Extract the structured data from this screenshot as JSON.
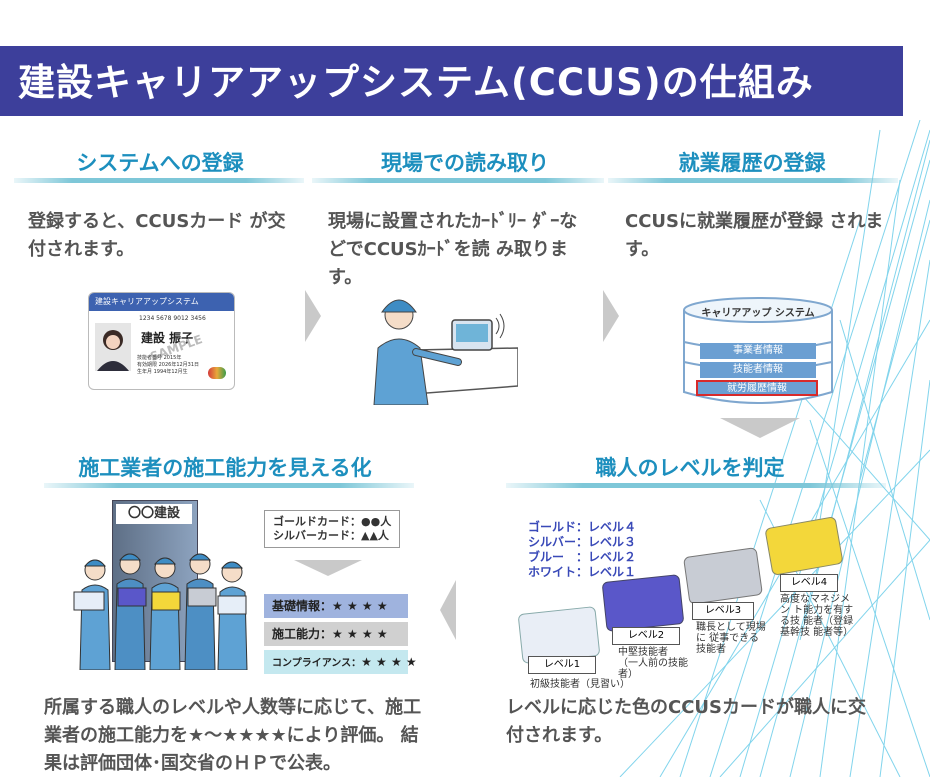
{
  "title": "建設キャリアアップシステム(CCUS)の仕組み",
  "steps": [
    {
      "heading": "システムへの登録",
      "text": "登録すると、CCUSカード が交付されます。"
    },
    {
      "heading": "現場での読み取り",
      "text": "現場に設置されたｶｰﾄﾞﾘｰ ﾀﾞｰなどでCCUSｶｰﾄﾞを読 み取ります。"
    },
    {
      "heading": "就業履歴の登録",
      "text": "CCUSに就業履歴が登録 されます。"
    },
    {
      "heading": "職人のレベルを判定",
      "text": "レベルに応じた色のCCUSカードが職人に交 付されます。"
    },
    {
      "heading": "施工業者の施工能力を見える化",
      "text": "所属する職人のレベルや人数等に応じて、施工 業者の施工能力を★～★★★★により評価。 結果は評価団体･国交省のＨＰで公表。"
    }
  ],
  "card": {
    "system_name": "建設キャリアアップシステム",
    "number": "1234 5678 9012 3456",
    "name": "建設 振子",
    "stamp": "SAMPLE",
    "rows": [
      "技能者番号  2015年",
      "有効期限  2026年12月31日",
      "生年月  1994年12月生"
    ]
  },
  "database": {
    "title": "キャリアアップ システム",
    "layers": [
      "事業者情報",
      "技能者情報",
      "就労履歴情報"
    ]
  },
  "levels": {
    "legend": [
      "ゴールド：レベル４",
      "シルバー：レベル３",
      "ブルー　：レベル２",
      "ホワイト：レベル１"
    ],
    "cards": [
      {
        "label": "レベル1",
        "desc": "初級技能者（見習い）",
        "color": "#e9eef6"
      },
      {
        "label": "レベル2",
        "desc": "中堅技能者 （一人前の技能者）",
        "color": "#5a57c9"
      },
      {
        "label": "レベル3",
        "desc": "職長として現場に 従事できる技能者",
        "color": "#c8ccd4"
      },
      {
        "label": "レベル4",
        "desc": "高度なマネジメン ト能力を有する技 能者（登録基幹技 能者等）",
        "color": "#f3d73a"
      }
    ]
  },
  "company": {
    "building_label": "〇〇建設",
    "counts": [
      "ゴールドカード：●●人",
      "シルバーカード：▲▲人"
    ],
    "eval": [
      {
        "label": "基礎情報：",
        "stars": "★ ★ ★ ★",
        "color": "#9fb3de"
      },
      {
        "label": "施工能力：",
        "stars": "★ ★ ★ ★",
        "color": "#d0d0d0"
      },
      {
        "label": "コンプライアンス：",
        "stars": "★ ★ ★ ★",
        "color": "#c4e8ef"
      }
    ]
  },
  "colors": {
    "title_bg": "#3d3f9b",
    "heading": "#1d8fbe",
    "body_text": "#555555",
    "arrow": "#c9c9c9",
    "highlight": "#d72a2a"
  }
}
